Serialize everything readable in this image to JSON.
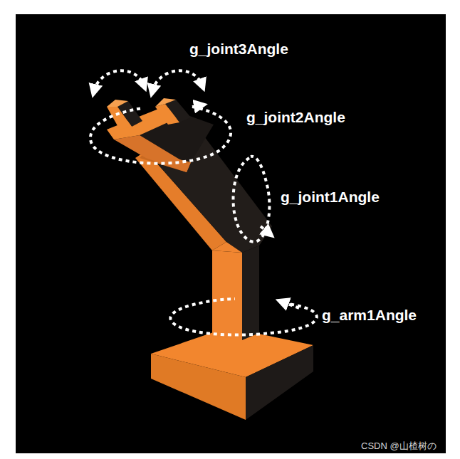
{
  "diagram": {
    "labels": [
      "g_joint3Angle",
      "g_joint2Angle",
      "g_joint1Angle",
      "g_arm1Angle",
      "CSDN @山楂树の"
    ]
  }
}
